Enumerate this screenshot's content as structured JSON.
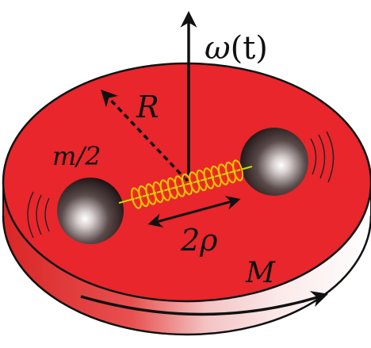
{
  "labels": {
    "omega_symbol": "ω",
    "omega_arg": "(t)",
    "radius": "R",
    "mass_left": "m/2",
    "separation": "2ρ",
    "disk_mass": "M"
  },
  "colors": {
    "disk_top": "#e8262b",
    "disk_rim": "#dd2a2a",
    "disk_outline": "#111111",
    "spring": "#f2c100",
    "spring_inner": "#e53a16",
    "ball_dark": "#1b1010",
    "ball_highlight": "#ffffff"
  },
  "icons": {
    "rotation_axis": "up-arrow",
    "radius_arrow": "dashed-arrow",
    "separation_arrow": "double-arrow",
    "rotation_direction": "curved-arrow"
  }
}
